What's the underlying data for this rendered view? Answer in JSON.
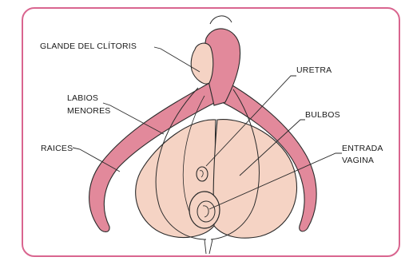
{
  "labels": {
    "glans": "GLANDE DEL CLÍTORIS",
    "labia_line1": "LABIOS",
    "labia_line2": "MENORES",
    "urethra": "URETRA",
    "bulbs": "BULBOS",
    "roots": "RAICES",
    "vagina_line1": "ENTRADA",
    "vagina_line2": "VAGINA"
  },
  "colors": {
    "frame": "#d9658f",
    "erectile_tissue": "#e2899b",
    "bulb_fill": "#f5d3c4",
    "outline": "#2a2a2a"
  }
}
